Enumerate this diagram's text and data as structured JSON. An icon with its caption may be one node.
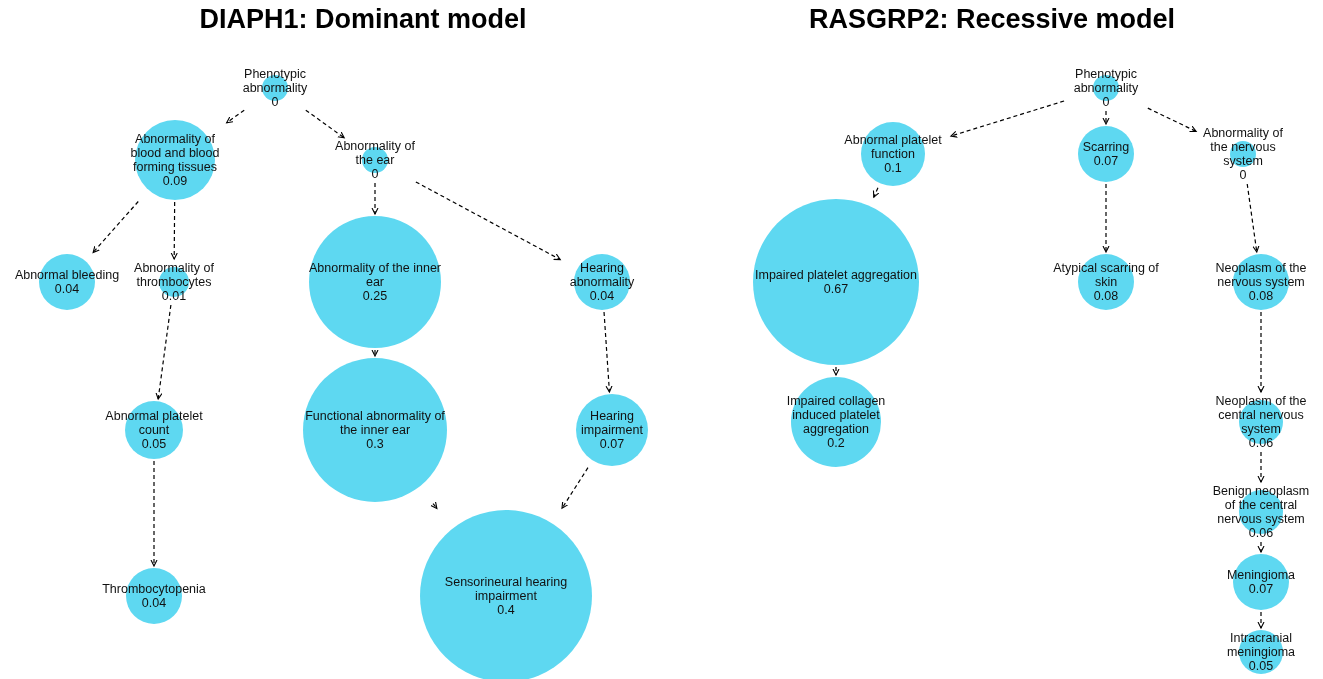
{
  "diagram": {
    "nodes": [
      {
        "text": [
          "Phenotypic abnormality",
          "0"
        ]
      },
      {
        "text": [
          "Abnormality of blood and blood forming tissues",
          "0.09"
        ]
      },
      {
        "text": [
          "Abnormality of the ear",
          "0"
        ]
      },
      {
        "text": [
          "Abnormal bleeding",
          "0.04"
        ]
      },
      {
        "text": [
          "Abnormality of thrombocytes",
          "0.01"
        ]
      },
      {
        "text": [
          "Abnormality of the inner ear",
          "0.25"
        ]
      },
      {
        "text": [
          "Hearing abnormality",
          "0.04"
        ]
      },
      {
        "text": [
          "Abnormal platelet count",
          "0.05"
        ]
      },
      {
        "text": [
          "Functional abnormality of the inner ear",
          "0.3"
        ]
      },
      {
        "text": [
          "Hearing impairment",
          "0.07"
        ]
      },
      {
        "text": [
          "Thrombocytopenia",
          "0.04"
        ]
      },
      {
        "text": [
          "Sensorineural hearing impairment",
          "0.4"
        ]
      },
      {
        "text": [
          "Phenotypic abnormality",
          "0"
        ]
      },
      {
        "text": [
          "Abnormal platelet function",
          "0.1"
        ]
      },
      {
        "text": [
          "Scarring",
          "0.07"
        ]
      },
      {
        "text": [
          "Abnormality of the nervous system",
          "0"
        ]
      },
      {
        "text": [
          "Impaired platelet aggregation",
          "0.67"
        ]
      },
      {
        "text": [
          "Atypical scarring of skin",
          "0.08"
        ]
      },
      {
        "text": [
          "Neoplasm of the nervous system",
          "0.08"
        ]
      },
      {
        "text": [
          "Impaired collagen induced platelet aggregation",
          "0.2"
        ]
      },
      {
        "text": [
          "Neoplasm of the central nervous system",
          "0.06"
        ]
      },
      {
        "text": [
          "Benign neoplasm of the central nervous system",
          "0.06"
        ]
      },
      {
        "text": [
          "Meningioma",
          "0.07"
        ]
      },
      {
        "text": [
          "Intracranial meningioma",
          "0.05"
        ]
      }
    ],
    "edges": [
      {
        "from": 0,
        "to": 1,
        "arrow": "to",
        "style": "dashed"
      },
      {
        "from": 0,
        "to": 2,
        "arrow": "to",
        "style": "dashed"
      },
      {
        "from": 1,
        "to": 3,
        "arrow": "to",
        "style": "dashed"
      },
      {
        "from": 1,
        "to": 4,
        "arrow": "to",
        "style": "dashed"
      },
      {
        "from": 2,
        "to": 5,
        "arrow": "to",
        "style": "dashed"
      },
      {
        "from": 2,
        "to": 6,
        "arrow": "to",
        "style": "dashed"
      },
      {
        "from": 4,
        "to": 7,
        "arrow": "to",
        "style": "dashed"
      },
      {
        "from": 5,
        "to": 8,
        "arrow": "to",
        "style": "dashed"
      },
      {
        "from": 6,
        "to": 9,
        "arrow": "to",
        "style": "dashed"
      },
      {
        "from": 7,
        "to": 10,
        "arrow": "to",
        "style": "dashed"
      },
      {
        "from": 8,
        "to": 11,
        "arrow": "to",
        "style": "dashed"
      },
      {
        "from": 9,
        "to": 11,
        "arrow": "to",
        "style": "dashed"
      },
      {
        "from": 12,
        "to": 13,
        "arrow": "to",
        "style": "dashed"
      },
      {
        "from": 12,
        "to": 14,
        "arrow": "to",
        "style": "dashed"
      },
      {
        "from": 12,
        "to": 15,
        "arrow": "to",
        "style": "dashed"
      },
      {
        "from": 13,
        "to": 16,
        "arrow": "to",
        "style": "dashed"
      },
      {
        "from": 14,
        "to": 17,
        "arrow": "to",
        "style": "dashed"
      },
      {
        "from": 15,
        "to": 18,
        "arrow": "to",
        "style": "dashed"
      },
      {
        "from": 16,
        "to": 19,
        "arrow": "to",
        "style": "dashed"
      },
      {
        "from": 18,
        "to": 20,
        "arrow": "to",
        "style": "dashed"
      },
      {
        "from": 20,
        "to": 21,
        "arrow": "to",
        "style": "dashed"
      },
      {
        "from": 21,
        "to": 22,
        "arrow": "to",
        "style": "dashed"
      },
      {
        "from": 22,
        "to": 23,
        "arrow": "to",
        "style": "dashed"
      }
    ],
    "labels": [
      "DIAPH1: Dominant model",
      "RASGRP2: Recessive model"
    ]
  }
}
